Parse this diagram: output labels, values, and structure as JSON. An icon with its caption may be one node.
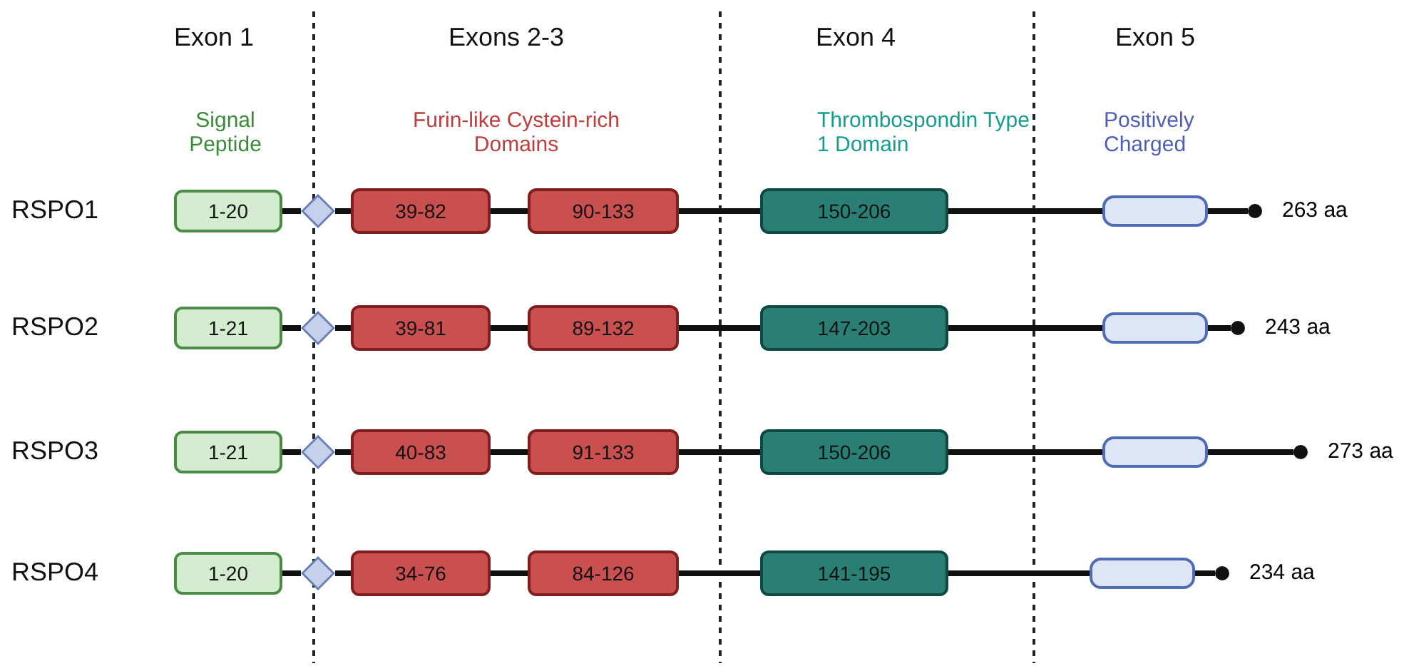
{
  "diagram": {
    "nodes": [
      {
        "text": [
          "1-20"
        ]
      },
      {
        "text": [],
        "shape": "diamond"
      },
      {
        "text": [
          "39-82"
        ]
      },
      {
        "text": [
          "90-133"
        ]
      },
      {
        "text": [
          "150-206"
        ]
      },
      {
        "text": [],
        "shape": "box"
      },
      {
        "text": [],
        "shape": "circle",
        "beside": [
          "263 aa"
        ]
      },
      {
        "text": [
          "1-21"
        ]
      },
      {
        "text": [],
        "shape": "diamond"
      },
      {
        "text": [
          "39-81"
        ]
      },
      {
        "text": [
          "89-132"
        ]
      },
      {
        "text": [
          "147-203"
        ]
      },
      {
        "text": [],
        "shape": "box"
      },
      {
        "text": [],
        "shape": "circle",
        "beside": [
          "243 aa"
        ]
      },
      {
        "text": [
          "1-21"
        ]
      },
      {
        "text": [],
        "shape": "diamond"
      },
      {
        "text": [
          "40-83"
        ]
      },
      {
        "text": [
          "91-133"
        ]
      },
      {
        "text": [
          "150-206"
        ]
      },
      {
        "text": [],
        "shape": "box"
      },
      {
        "text": [],
        "shape": "circle",
        "beside": [
          "273 aa"
        ]
      },
      {
        "text": [
          "1-20"
        ]
      },
      {
        "text": [],
        "shape": "diamond"
      },
      {
        "text": [
          "34-76"
        ]
      },
      {
        "text": [
          "84-126"
        ]
      },
      {
        "text": [
          "141-195"
        ]
      },
      {
        "text": [],
        "shape": "box"
      },
      {
        "text": [],
        "shape": "circle",
        "beside": [
          "234 aa"
        ]
      }
    ],
    "edges": [
      {
        "from": 0,
        "to": 1,
        "arrow": "none"
      },
      {
        "from": 1,
        "to": 2,
        "arrow": "none"
      },
      {
        "from": 2,
        "to": 3,
        "arrow": "none"
      },
      {
        "from": 3,
        "to": 4,
        "arrow": "none"
      },
      {
        "from": 4,
        "to": 5,
        "arrow": "none"
      },
      {
        "from": 5,
        "to": 6,
        "arrow": "none"
      },
      {
        "from": 7,
        "to": 8,
        "arrow": "none"
      },
      {
        "from": 8,
        "to": 9,
        "arrow": "none"
      },
      {
        "from": 9,
        "to": 10,
        "arrow": "none"
      },
      {
        "from": 10,
        "to": 11,
        "arrow": "none"
      },
      {
        "from": 11,
        "to": 12,
        "arrow": "none"
      },
      {
        "from": 12,
        "to": 13,
        "arrow": "none"
      },
      {
        "from": 14,
        "to": 15,
        "arrow": "none"
      },
      {
        "from": 15,
        "to": 16,
        "arrow": "none"
      },
      {
        "from": 16,
        "to": 17,
        "arrow": "none"
      },
      {
        "from": 17,
        "to": 18,
        "arrow": "none"
      },
      {
        "from": 18,
        "to": 19,
        "arrow": "none"
      },
      {
        "from": 19,
        "to": 20,
        "arrow": "none"
      },
      {
        "from": 21,
        "to": 22,
        "arrow": "none"
      },
      {
        "from": 22,
        "to": 23,
        "arrow": "none"
      },
      {
        "from": 23,
        "to": 24,
        "arrow": "none"
      },
      {
        "from": 24,
        "to": 25,
        "arrow": "none"
      },
      {
        "from": 25,
        "to": 26,
        "arrow": "none"
      },
      {
        "from": 26,
        "to": 27,
        "arrow": "none"
      }
    ],
    "labels": [
      "Exon 1",
      "Exons 2-3",
      "Exon 4",
      "Exon 5",
      "Signal Peptide",
      "Furin-like Cystein-rich Domains",
      "Thrombospondin Type 1 Domain",
      "Positively Charged",
      "RSPO1",
      "RSPO2",
      "RSPO3",
      "RSPO4"
    ]
  }
}
